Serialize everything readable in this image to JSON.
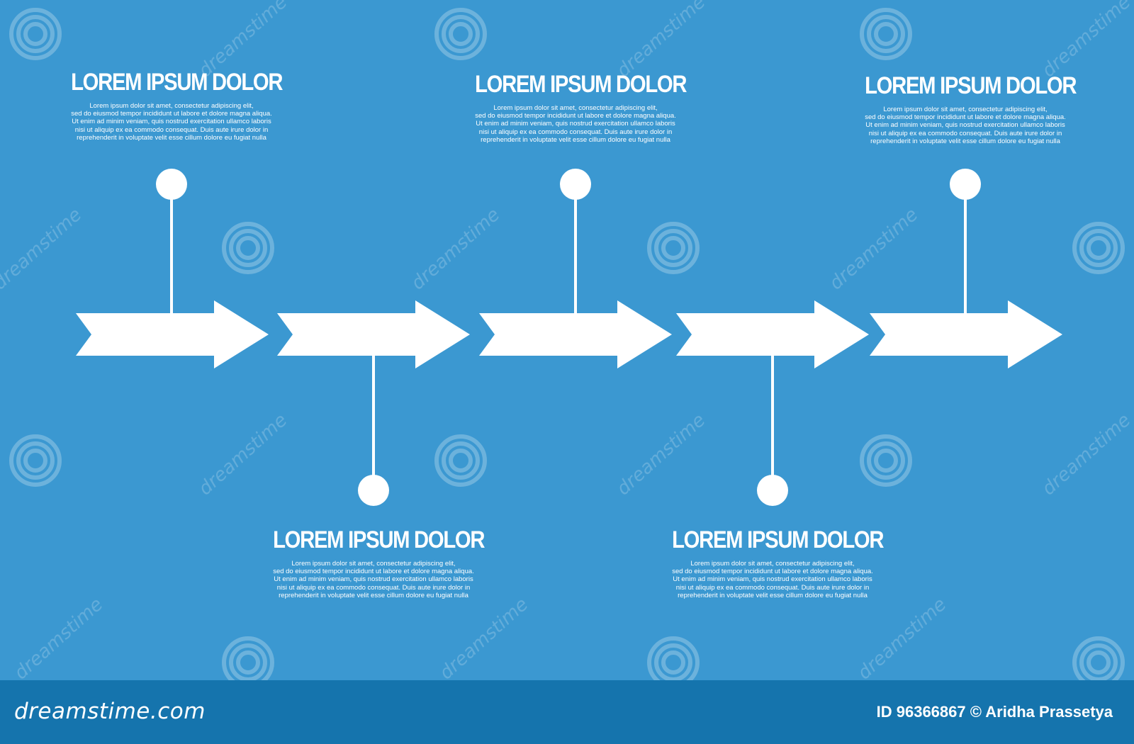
{
  "steps": [
    {
      "title": "LOREM IPSUM DOLOR",
      "body": [
        "Lorem ipsum dolor sit amet, consectetur adipiscing elit,",
        "sed do eiusmod tempor incididunt ut labore et dolore magna aliqua.",
        "Ut enim ad minim veniam, quis nostrud exercitation ullamco laboris",
        "nisi ut aliquip ex ea commodo consequat. Duis aute irure dolor in",
        "reprehenderit in voluptate velit esse cillum dolore eu fugiat nulla"
      ]
    },
    {
      "title": "LOREM IPSUM DOLOR",
      "body": [
        "Lorem ipsum dolor sit amet, consectetur adipiscing elit,",
        "sed do eiusmod tempor incididunt ut labore et dolore magna aliqua.",
        "Ut enim ad minim veniam, quis nostrud exercitation ullamco laboris",
        "nisi ut aliquip ex ea commodo consequat. Duis aute irure dolor in",
        "reprehenderit in voluptate velit esse cillum dolore eu fugiat nulla"
      ]
    },
    {
      "title": "LOREM IPSUM DOLOR",
      "body": [
        "Lorem ipsum dolor sit amet, consectetur adipiscing elit,",
        "sed do eiusmod tempor incididunt ut labore et dolore magna aliqua.",
        "Ut enim ad minim veniam, quis nostrud exercitation ullamco laboris",
        "nisi ut aliquip ex ea commodo consequat. Duis aute irure dolor in",
        "reprehenderit in voluptate velit esse cillum dolore eu fugiat nulla"
      ]
    },
    {
      "title": "LOREM IPSUM DOLOR",
      "body": [
        "Lorem ipsum dolor sit amet, consectetur adipiscing elit,",
        "sed do eiusmod tempor incididunt ut labore et dolore magna aliqua.",
        "Ut enim ad minim veniam, quis nostrud exercitation ullamco laboris",
        "nisi ut aliquip ex ea commodo consequat. Duis aute irure dolor in",
        "reprehenderit in voluptate velit esse cillum dolore eu fugiat nulla"
      ]
    },
    {
      "title": "LOREM IPSUM DOLOR",
      "body": [
        "Lorem ipsum dolor sit amet, consectetur adipiscing elit,",
        "sed do eiusmod tempor incididunt ut labore et dolore magna aliqua.",
        "Ut enim ad minim veniam, quis nostrud exercitation ullamco laboris",
        "nisi ut aliquip ex ea commodo consequat. Duis aute irure dolor in",
        "reprehenderit in voluptate velit esse cillum dolore eu fugiat nulla"
      ]
    }
  ],
  "colors": {
    "background": "#3b98d1",
    "footer": "#1574ad",
    "foreground": "#ffffff"
  },
  "watermark": {
    "text": "dreamstime",
    "icon": "spiral-logo-icon"
  },
  "footer": {
    "logo_text": "dreamstime.com",
    "credit": "ID 96366867 © Aridha Prassetya"
  }
}
